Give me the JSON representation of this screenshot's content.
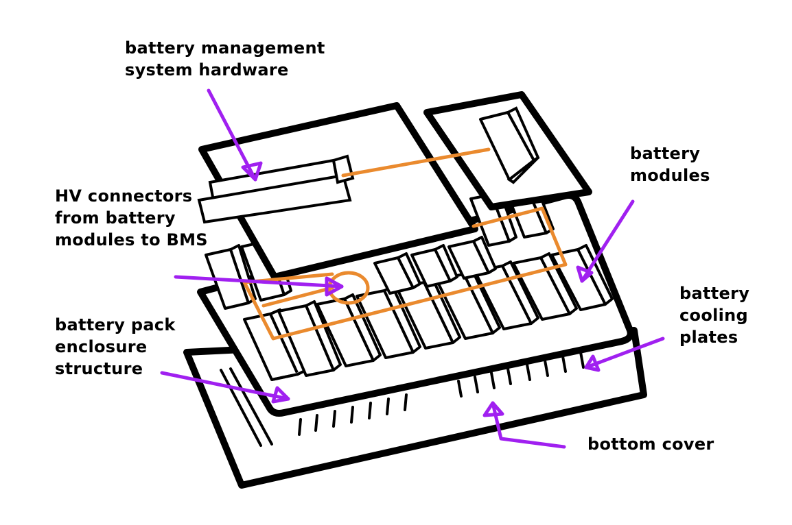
{
  "colors": {
    "outline": "#000000",
    "arrow": "#a020f0",
    "connector": "#ea8a2e",
    "background": "#ffffff"
  },
  "labels": {
    "bms": [
      "battery management",
      "system hardware"
    ],
    "modules": [
      "battery",
      "modules"
    ],
    "hv": [
      "HV connectors",
      "from battery",
      "modules to BMS"
    ],
    "cooling": [
      "battery",
      "cooling",
      "plates"
    ],
    "enclosure": [
      "battery pack",
      "enclosure",
      "structure"
    ],
    "bottom": [
      "bottom cover"
    ]
  }
}
